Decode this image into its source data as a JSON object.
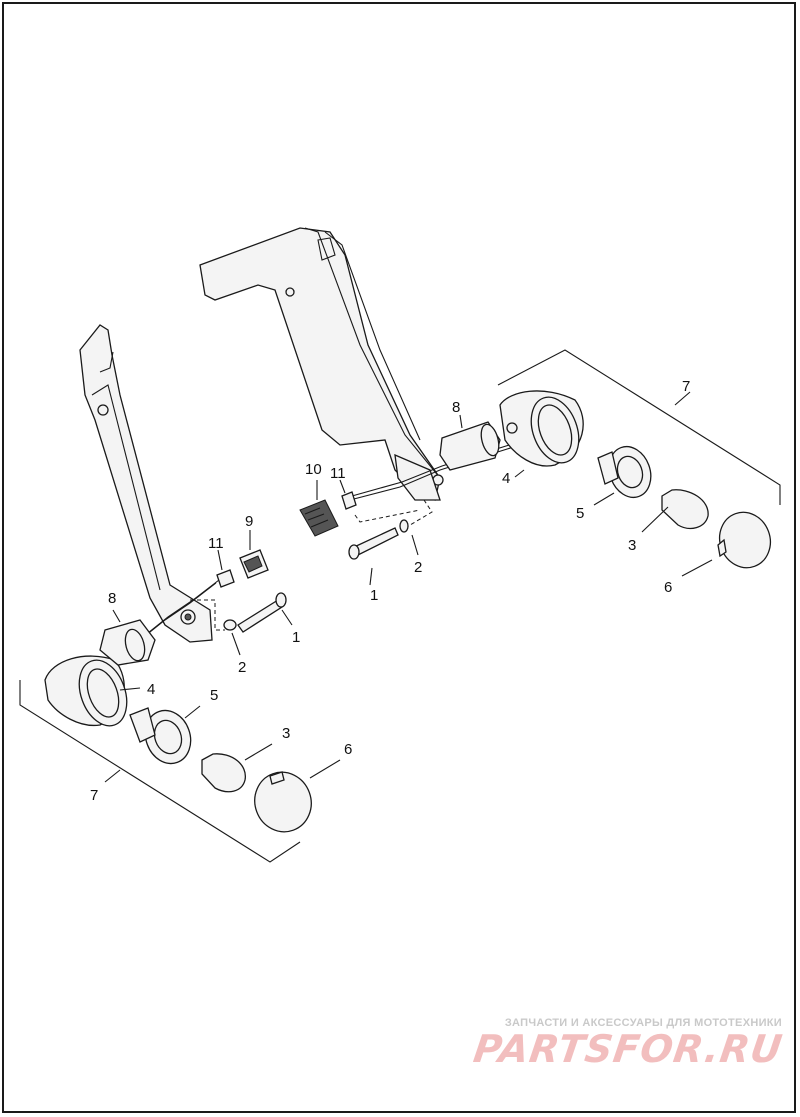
{
  "diagram": {
    "callouts": {
      "c1_right": "1",
      "c2_right": "2",
      "c3_right": "3",
      "c4_right": "4",
      "c5_right": "5",
      "c6_right": "6",
      "c7_right": "7",
      "c8_right": "8",
      "c10": "10",
      "c11_right": "11",
      "c1_left": "1",
      "c2_left": "2",
      "c3_left": "3",
      "c4_left": "4",
      "c5_left": "5",
      "c6_left": "6",
      "c7_left": "7",
      "c8_left": "8",
      "c9": "9",
      "c11_left": "11"
    }
  },
  "watermark": {
    "caption": "ЗАПЧАСТИ И АКСЕССУАРЫ ДЛЯ МОТОТЕХНИКИ",
    "logo": "PARTSFOR.RU",
    "logo_color": "#e88a8a"
  }
}
